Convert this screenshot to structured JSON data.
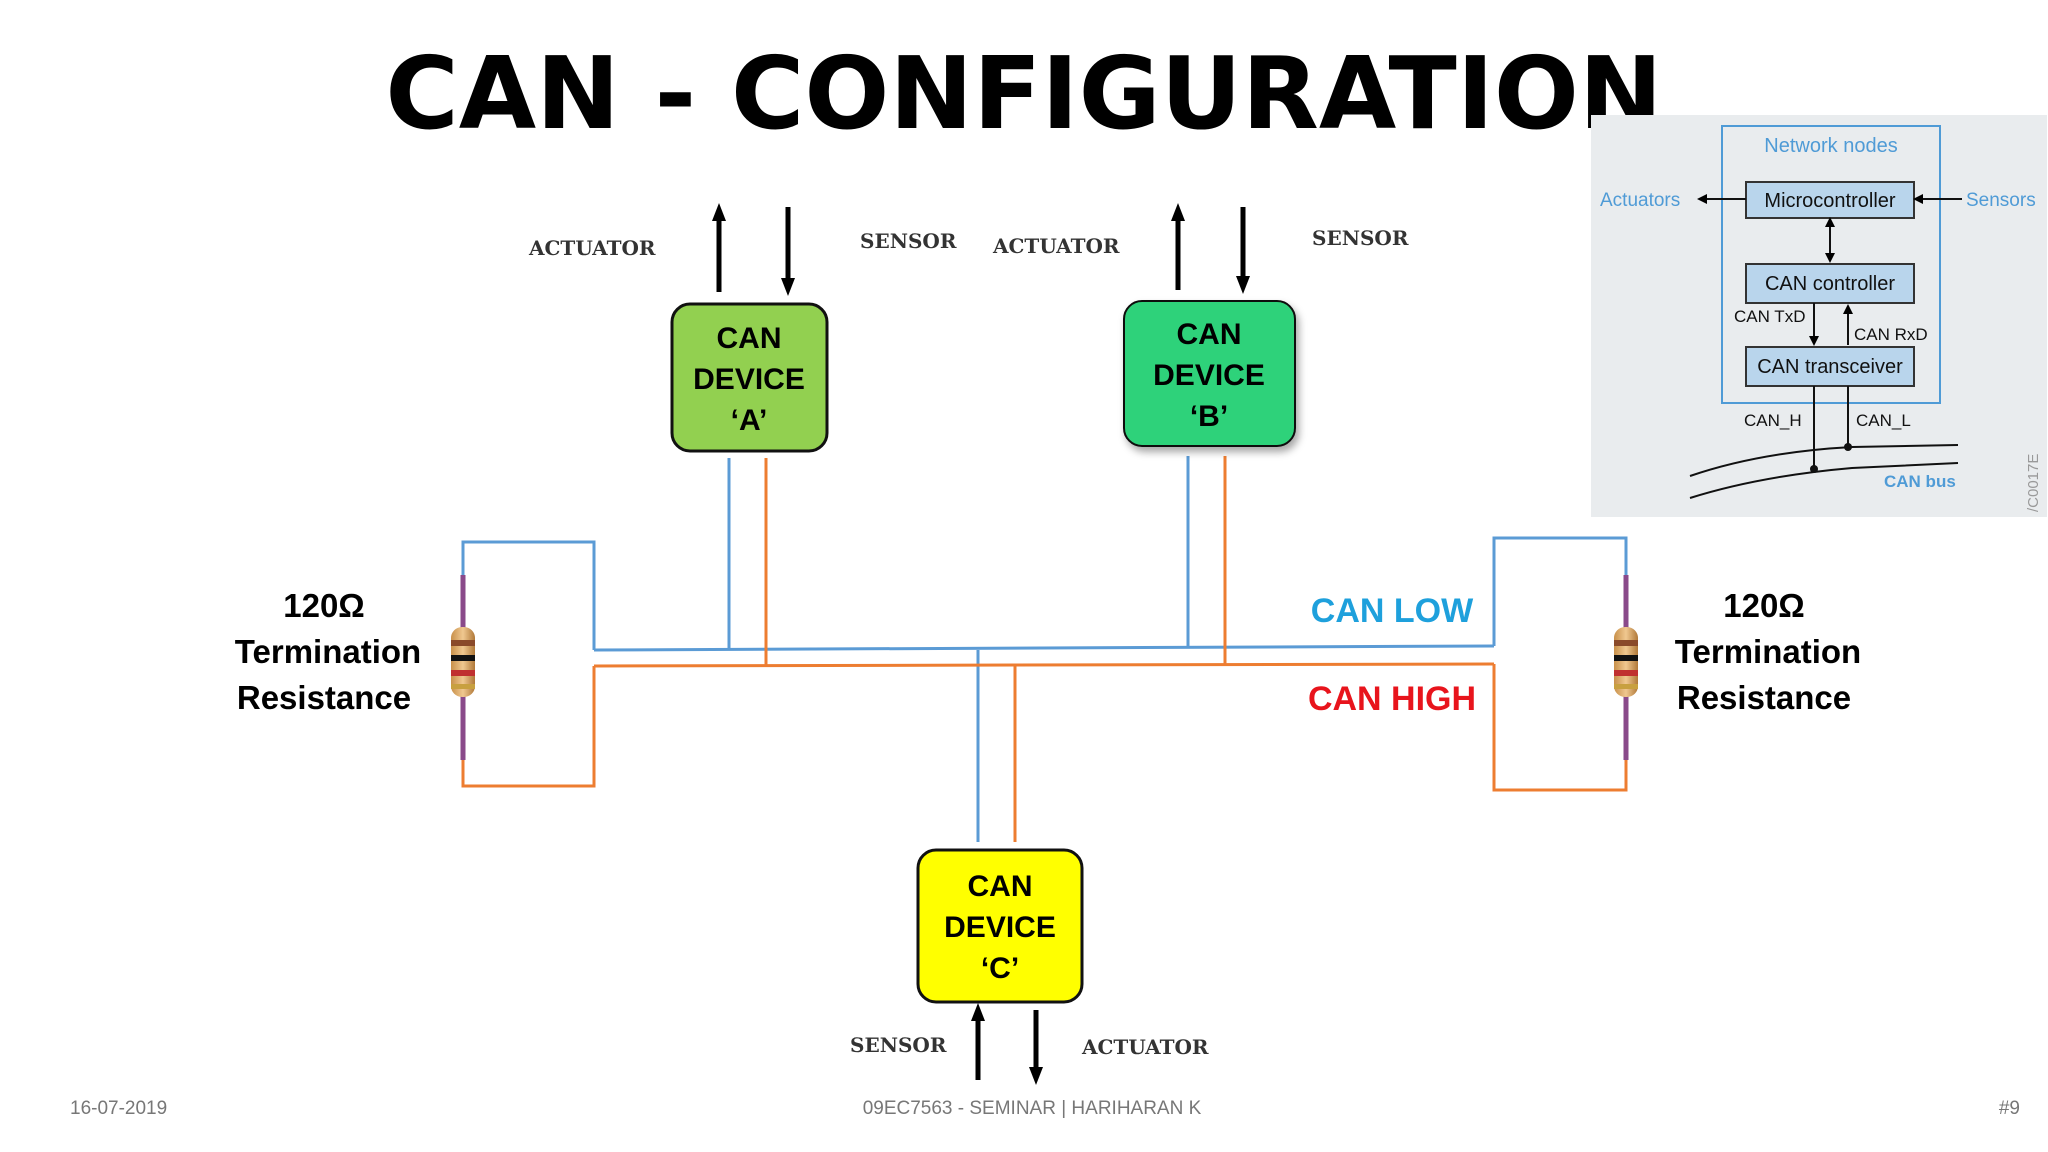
{
  "slide": {
    "title": "CAN - CONFIGURATION",
    "footer_date": "16-07-2019",
    "footer_center": "09EC7563 - SEMINAR | HARIHARAN K",
    "footer_page": "#9"
  },
  "devices": {
    "a": {
      "line1": "CAN",
      "line2": "DEVICE",
      "line3": "‘A’",
      "color": "#92d050"
    },
    "b": {
      "line1": "CAN",
      "line2": "DEVICE",
      "line3": "‘B’",
      "color": "#2ed27a"
    },
    "c": {
      "line1": "CAN",
      "line2": "DEVICE",
      "line3": "‘C’",
      "color": "#ffff00"
    }
  },
  "io_labels": {
    "actuator": "ACTUATOR",
    "sensor": "SENSOR"
  },
  "bus": {
    "can_low": "CAN LOW",
    "can_high": "CAN HIGH",
    "low_color": "#5b9bd5",
    "high_color": "#ed7d31",
    "low_label_color": "#1ea0dc",
    "high_label_color": "#e8141c"
  },
  "termination": {
    "line1": "120Ω",
    "line2": "Termination",
    "line3": "Resistance"
  },
  "inset": {
    "network_nodes": "Network nodes",
    "microcontroller": "Microcontroller",
    "can_controller": "CAN controller",
    "can_transceiver": "CAN transceiver",
    "actuators": "Actuators",
    "sensors": "Sensors",
    "can_txd": "CAN TxD",
    "can_rxd": "CAN RxD",
    "can_h": "CAN_H",
    "can_l": "CAN_L",
    "can_bus": "CAN bus",
    "code": "/C0017E"
  }
}
